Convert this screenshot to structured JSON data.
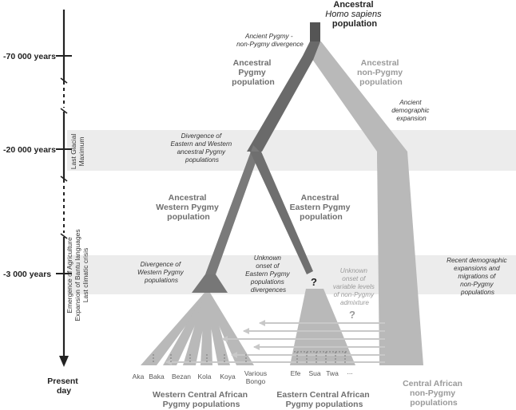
{
  "timeline": {
    "ticks": [
      "-70 000 years",
      "-20 000 years",
      "-3 000 years"
    ],
    "present": [
      "Present",
      "day"
    ],
    "events": {
      "lgm": [
        "Last Glacial",
        "Maximum"
      ],
      "holocene": [
        "Emergence of Agriculture",
        "Expansion of Bantu languages",
        "Last climatic crisis"
      ]
    }
  },
  "nodes": {
    "ancestral_hs": {
      "line1": "Ancestral",
      "line2": "Homo sapiens",
      "line3": "population"
    },
    "ancestral_pygmy": [
      "Ancestral",
      "Pygmy",
      "population"
    ],
    "ancestral_nonpygmy": [
      "Ancestral",
      "non-Pygmy",
      "population"
    ],
    "ancestral_western": [
      "Ancestral",
      "Western Pygmy",
      "population"
    ],
    "ancestral_eastern": [
      "Ancestral",
      "Eastern Pygmy",
      "population"
    ]
  },
  "annotations": {
    "pygmy_divergence": [
      "Ancient Pygmy -",
      "non-Pygmy divergence"
    ],
    "demographic_expansion": [
      "Ancient",
      "demographic",
      "expansion"
    ],
    "east_west_divergence": [
      "Divergence of",
      "Eastern and Western",
      "ancestral Pygmy",
      "populations"
    ],
    "western_divergence": [
      "Divergence of",
      "Western Pygmy",
      "populations"
    ],
    "eastern_unknown": [
      "Unknown",
      "onset of",
      "Eastern Pygmy",
      "populations",
      "divergences"
    ],
    "admixture_unknown": [
      "Unknown",
      "onset of",
      "variable levels",
      "of non-Pygmy",
      "admixture"
    ],
    "recent_expansion": [
      "Recent demographic",
      "expansions and",
      "migrations of",
      "non-Pygmy",
      "populations"
    ],
    "question_mark": "?"
  },
  "western_pops": [
    "Aka",
    "Baka",
    "Bezan",
    "Kola",
    "Koya",
    "Various",
    "Bongo"
  ],
  "eastern_pops": [
    "Efe",
    "Sua",
    "Twa",
    "..."
  ],
  "groups": {
    "western": [
      "Western Central African",
      "Pygmy populations"
    ],
    "eastern": [
      "Eastern Central African",
      "Pygmy populations"
    ],
    "nonpygmy": [
      "Central African",
      "non-Pygmy",
      "populations"
    ]
  },
  "colors": {
    "dark": "#555555",
    "mid": "#757575",
    "light": "#b9b9b9",
    "band": "#ececec",
    "arrow": "#c8c8c8"
  }
}
